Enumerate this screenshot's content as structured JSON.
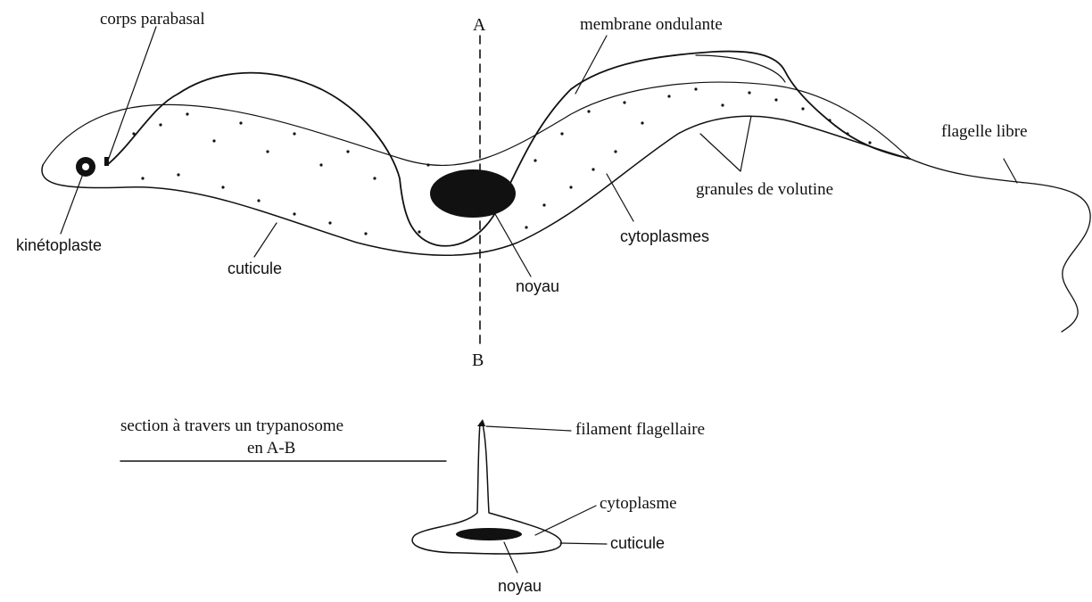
{
  "diagram": {
    "labels": {
      "corps_parabasal": "corps parabasal",
      "membrane_ondulante": "membrane ondulante",
      "flagelle_libre": "flagelle libre",
      "granules_volutine": "granules de volutine",
      "cytoplasmes": "cytoplasmes",
      "kinetoplaste": "kinétoplaste",
      "cuticule_main": "cuticule",
      "noyau_main": "noyau",
      "point_a": "A",
      "point_b": "B"
    },
    "section": {
      "title_line1": "section à travers un trypanosome",
      "title_line2": "en A-B",
      "filament": "filament flagellaire",
      "cytoplasme": "cytoplasme",
      "cuticule": "cuticule",
      "noyau": "noyau"
    },
    "colors": {
      "ink": "#111111",
      "background": "#ffffff"
    }
  }
}
